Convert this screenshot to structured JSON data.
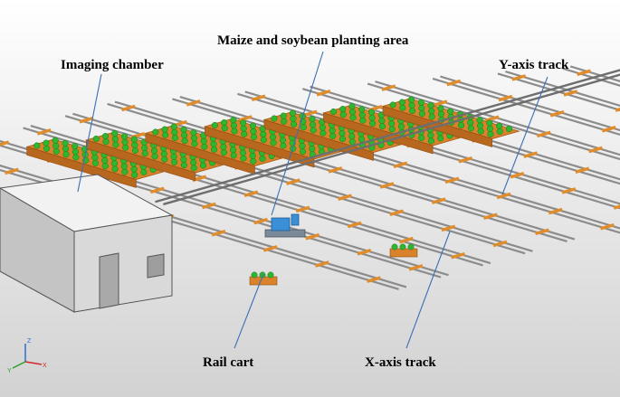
{
  "labels": {
    "imaging_chamber": "Imaging chamber",
    "planting_area": "Maize and soybean planting area",
    "y_axis_track": "Y-axis track",
    "rail_cart": "Rail cart",
    "x_axis_track": "X-axis track"
  },
  "axis_triad": {
    "x": "X",
    "y": "Y",
    "z": "Z"
  },
  "colors": {
    "background_top": "#ffffff",
    "background_bottom": "#d2d2d2",
    "rail": "#8c8c8c",
    "sleeper": "#e08c2a",
    "planter": "#d9822b",
    "plant": "#2fb52f",
    "chamber_front": "#d9d9d9",
    "chamber_side": "#c4c4c4",
    "chamber_top": "#f2f2f2",
    "cart": "#3a8fd6",
    "leader_line": "#3c6fb5"
  }
}
